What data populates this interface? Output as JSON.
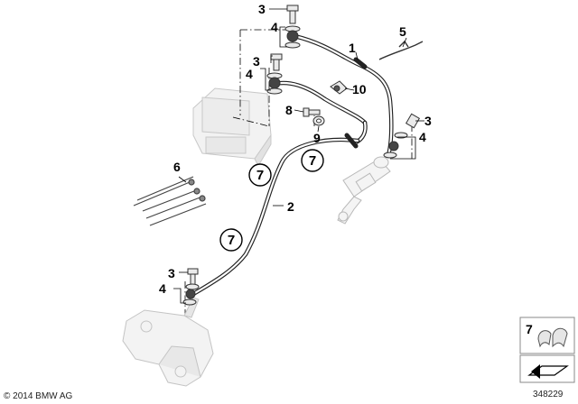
{
  "diagram": {
    "callouts": {
      "hose_front": "1",
      "hose_rear": "2",
      "bolt_top": "3",
      "bolt_mid": "3",
      "bolt_right": "3",
      "bolt_bottom": "3",
      "washer_top": "4",
      "washer_mid": "4",
      "washer_right": "4",
      "washer_bottom": "4",
      "clamp": "5",
      "cable_ties": "6",
      "bolt_small": "8",
      "grommet": "9",
      "clip": "10"
    },
    "circled_callouts": [
      "7",
      "7",
      "7"
    ],
    "inset_label": "7"
  },
  "footer": {
    "copyright": "© 2014 BMW AG",
    "diagram_number": "348229"
  }
}
